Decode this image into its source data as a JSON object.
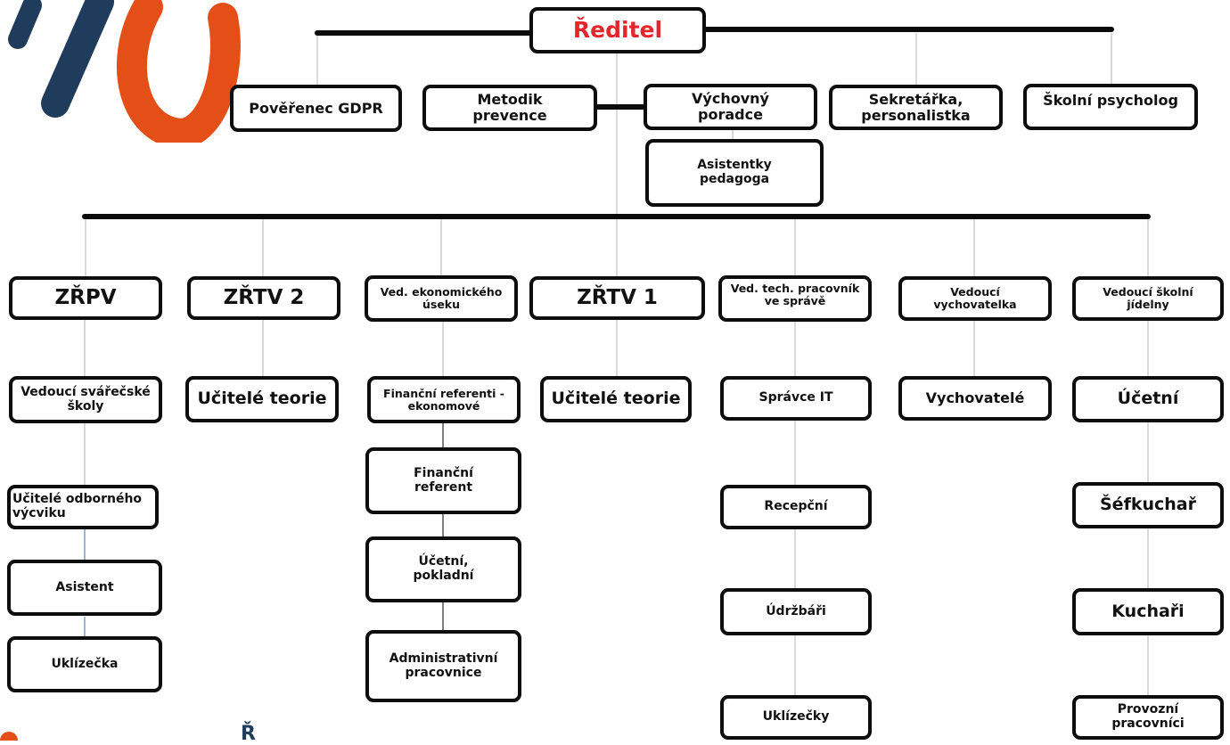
{
  "director": "Ředitel",
  "staff": {
    "gdpr": "Pověřenec GDPR",
    "metodik": "Metodik\nprevence",
    "vychovny": "Výchovný\nporadce",
    "asistentky": "Asistentky\npedagoga",
    "sekretarka": "Sekretářka,\npersonalistka",
    "psycholog": "Školní psycholog"
  },
  "units": {
    "zrpv": {
      "head": "ZŘPV",
      "items": [
        "Vedoucí svářečské\nškoly",
        "Učitelé odborného\nvýcviku",
        "Asistent",
        "Uklízečka"
      ]
    },
    "zrtv2": {
      "head": "ZŘTV 2",
      "items": [
        "Učitelé teorie"
      ]
    },
    "ekonom": {
      "head": "Ved. ekonomického\núseku",
      "items": [
        "Finanční referenti -\nekonomové",
        "Finanční\nreferent",
        "Účetní,\npokladní",
        "Administrativní\npracovnice"
      ]
    },
    "zrtv1": {
      "head": "ZŘTV 1",
      "items": [
        "Učitelé teorie"
      ]
    },
    "tech": {
      "head": "Ved. tech. pracovník\nve správě",
      "items": [
        "Správce IT",
        "Recepční",
        "Údržbáři",
        "Uklízečky"
      ]
    },
    "vychov": {
      "head": "Vedoucí\nvychovatelka",
      "items": [
        "Vychovatelé"
      ]
    },
    "jidelna": {
      "head": "Vedoucí školní\njídelny",
      "items": [
        "Účetní",
        "Šéfkuchař",
        "Kuchaři",
        "Provozní\npracovníci"
      ]
    }
  },
  "colors": {
    "logo_navy": "#1f3c5c",
    "logo_orange": "#e34f16",
    "title_red": "#e3262b",
    "border": "#0d0d0d"
  }
}
